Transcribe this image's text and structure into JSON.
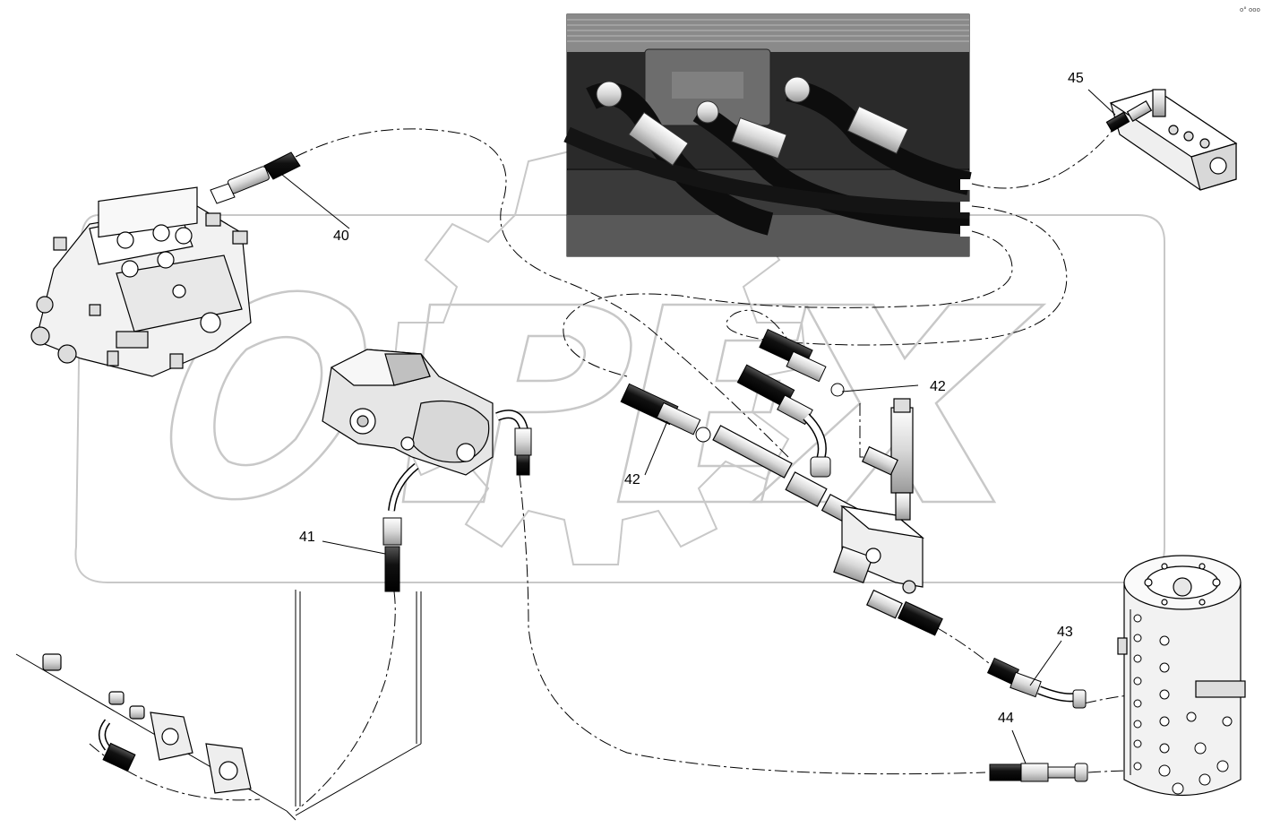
{
  "diagram": {
    "watermark_text": "OPEX",
    "corner_glyph": "o° ooo",
    "callouts": [
      {
        "id": "40",
        "label": "40"
      },
      {
        "id": "41",
        "label": "41"
      },
      {
        "id": "42a",
        "label": "42"
      },
      {
        "id": "42b",
        "label": "42"
      },
      {
        "id": "43",
        "label": "43"
      },
      {
        "id": "44",
        "label": "44"
      },
      {
        "id": "45",
        "label": "45"
      }
    ],
    "colors": {
      "line": "#000000",
      "watermark": "#c8c8c8",
      "part_fill": "#f2f2f2",
      "hose": "#1a1a1a",
      "photo_dark": "#1c1c1c"
    }
  }
}
